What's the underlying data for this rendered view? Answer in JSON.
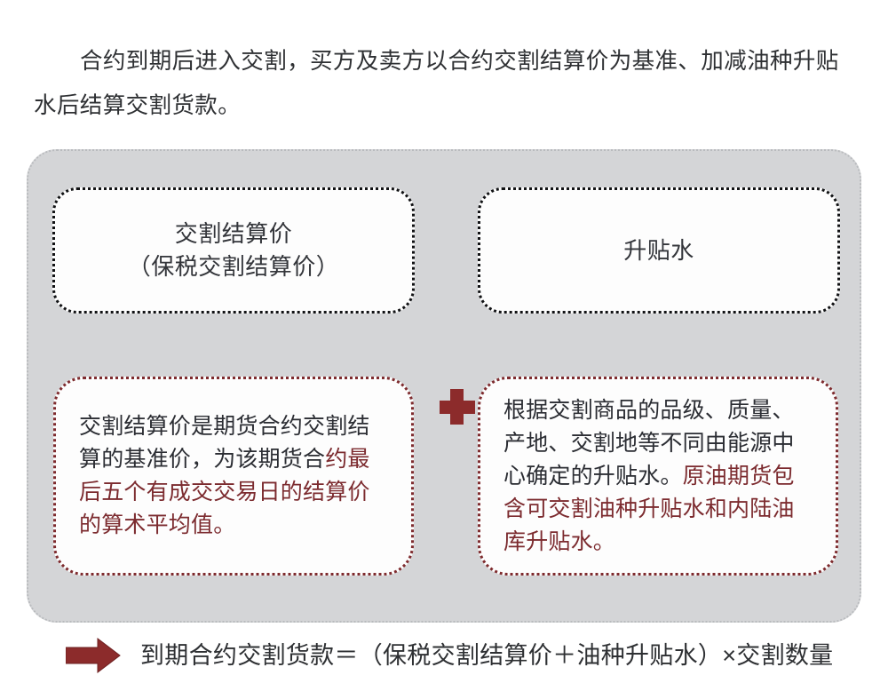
{
  "intro": {
    "paragraph": "合约到期后进入交割，买方及卖方以合约交割结算价为基准、加减油种升贴水后结算交割货款。"
  },
  "diagram": {
    "panel_bg_color": "#d4d5d7",
    "accent_color": "#8c2b2b",
    "top_boxes": [
      {
        "name": "交割结算价",
        "line1": "交割结算价",
        "line2": "（保税交割结算价）",
        "border_color": "#111214"
      },
      {
        "name": "升贴水",
        "line1": "升贴水",
        "line2": "",
        "border_color": "#111214"
      }
    ],
    "operator": {
      "symbol": "plus-sign",
      "label": "＋",
      "color": "#8c2b2b"
    },
    "connectors": [
      {
        "icon": "up-arrow-icon",
        "color": "#8c2b2b"
      },
      {
        "icon": "up-arrow-icon",
        "color": "#8c2b2b"
      }
    ],
    "bottom_boxes": [
      {
        "border_color": "#7e2b2e",
        "segments": [
          {
            "tone": "dark",
            "text": "交割结算价是期货合约交割结算的基准价，为该期货合"
          },
          {
            "tone": "red",
            "text": "约最后五个有成交交易日的结算价的算术平均值。"
          }
        ]
      },
      {
        "border_color": "#7e2b2e",
        "segments": [
          {
            "tone": "dark",
            "text": "根据交割商品的品级、质量、产地、交割地等不同由能源中心确定的升贴水。"
          },
          {
            "tone": "red",
            "text": "原油期货包含可交割油种升贴水和内陆油库升贴水。"
          }
        ]
      }
    ]
  },
  "formula": {
    "arrow_icon": "right-arrow-icon",
    "arrow_color": "#8c2b2b",
    "text": "到期合约交割货款＝（保税交割结算价＋油种升贴水）×交割数量"
  }
}
